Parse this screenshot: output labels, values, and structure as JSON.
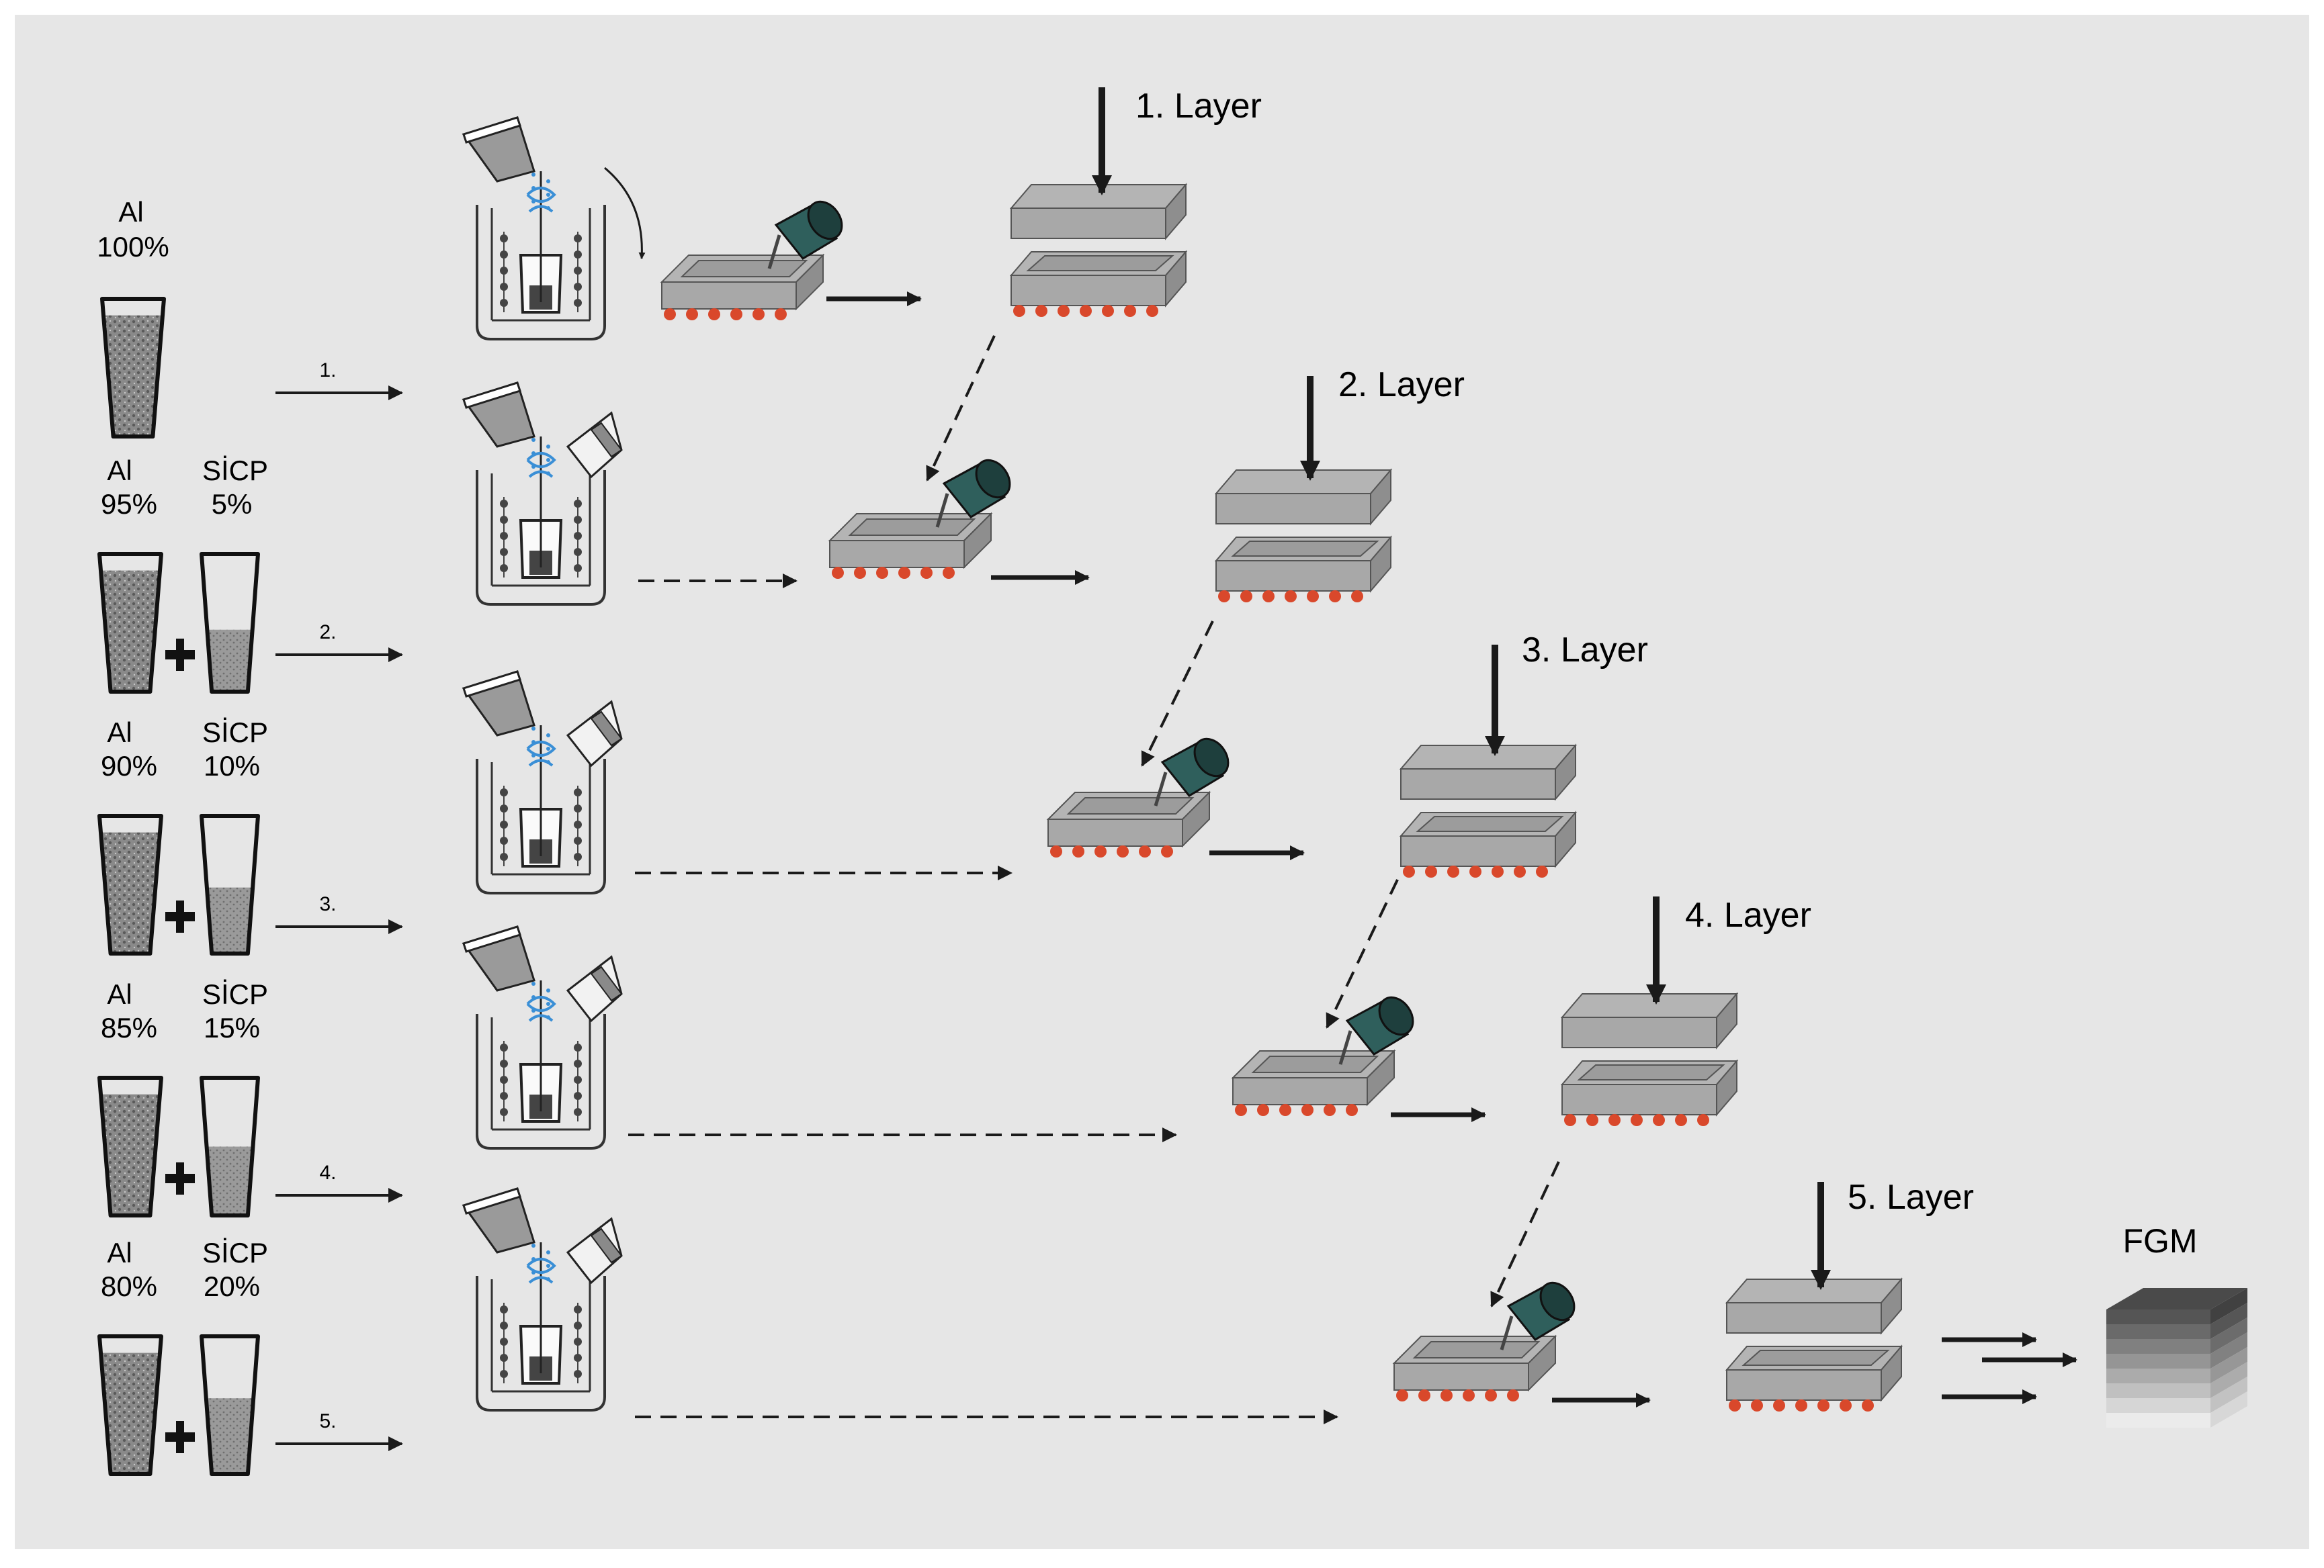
{
  "rows": [
    {
      "al_label": "Al",
      "al_pct": "100%",
      "sic_label": "",
      "sic_pct": "",
      "step": "1.",
      "sic_fill": 0
    },
    {
      "al_label": "Al",
      "al_pct": "95%",
      "sic_label": "SİCP",
      "sic_pct": "5%",
      "step": "2.",
      "sic_fill": 0.45
    },
    {
      "al_label": "Al",
      "al_pct": "90%",
      "sic_label": "SİCP",
      "sic_pct": "10%",
      "step": "3.",
      "sic_fill": 0.48
    },
    {
      "al_label": "Al",
      "al_pct": "85%",
      "sic_label": "SİCP",
      "sic_pct": "15%",
      "step": "4.",
      "sic_fill": 0.5
    },
    {
      "al_label": "Al",
      "al_pct": "80%",
      "sic_label": "SİCP",
      "sic_pct": "20%",
      "step": "5.",
      "sic_fill": 0.55
    }
  ],
  "layers": [
    "1. Layer",
    "2. Layer",
    "3. Layer",
    "4. Layer",
    "5. Layer"
  ],
  "result_label": "FGM",
  "colors": {
    "background": "#e6e6e6",
    "mold_top": "#b4b4b4",
    "mold_side": "#8e8e8e",
    "heater_dots": "#d9482b",
    "crucible": "#2f5f5c",
    "stirrer": "#3a8fd6",
    "arrow": "#1a1a1a"
  }
}
